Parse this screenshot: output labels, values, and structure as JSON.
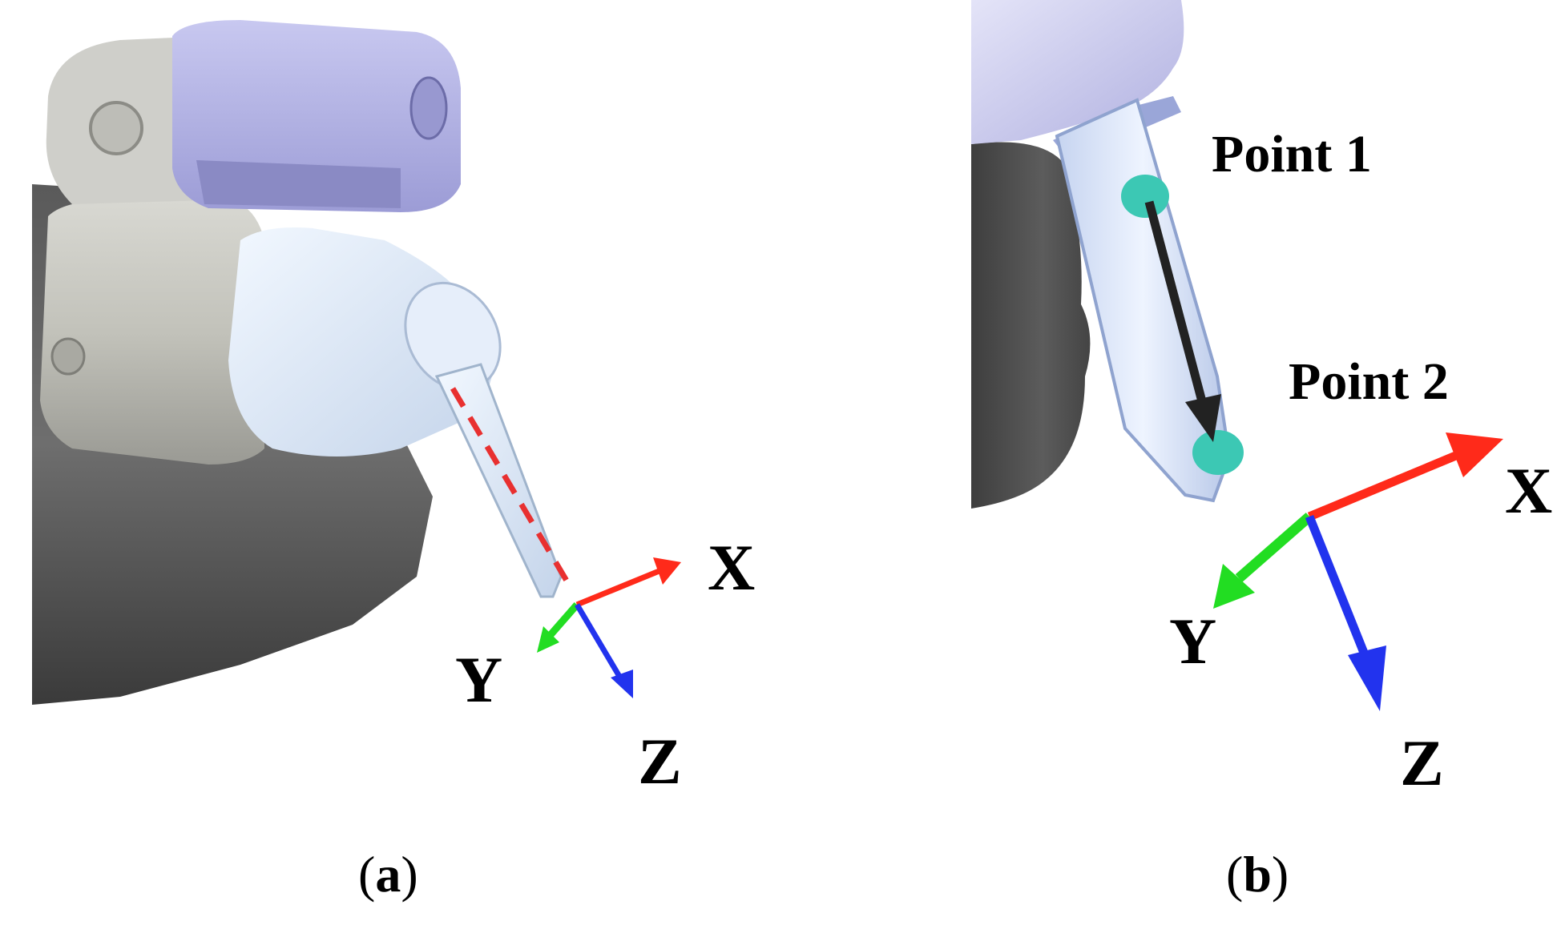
{
  "panels": [
    {
      "id": "a",
      "caption": {
        "open": "(",
        "letter": "a",
        "close": ")"
      },
      "axes": {
        "x": "X",
        "y": "Y",
        "z": "Z"
      }
    },
    {
      "id": "b",
      "caption": {
        "open": "(",
        "letter": "b",
        "close": ")"
      },
      "axes": {
        "x": "X",
        "y": "Y",
        "z": "Z"
      },
      "points": [
        "Point 1",
        "Point 2"
      ]
    }
  ],
  "colors": {
    "x_axis": "#ff2a1a",
    "y_axis": "#22dd22",
    "z_axis": "#2233ee",
    "tool_dashed_line": "#e83030",
    "point_marker": "#3cc8b4",
    "robot_lilac": "#b4b4e6",
    "robot_grey": "#b8b8b0",
    "robot_dark": "#4a4a4a",
    "tool_body": "#dce8f8"
  }
}
